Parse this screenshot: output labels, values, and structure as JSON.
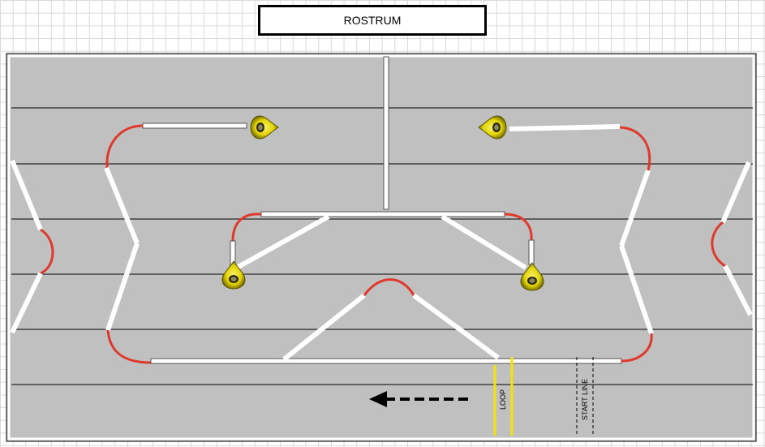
{
  "header": {
    "title": "ROSTRUM"
  },
  "course": {
    "loop_label": "LOOP",
    "start_line_label": "START LINE",
    "colors": {
      "floor": "#c0c0c0",
      "rail": "#ffffff",
      "curve": "#e0382b",
      "loop_line": "#f5e400",
      "cone": "#e8d800"
    },
    "direction_icon": "arrow-left-icon",
    "cone_icon": "cone-icon"
  }
}
